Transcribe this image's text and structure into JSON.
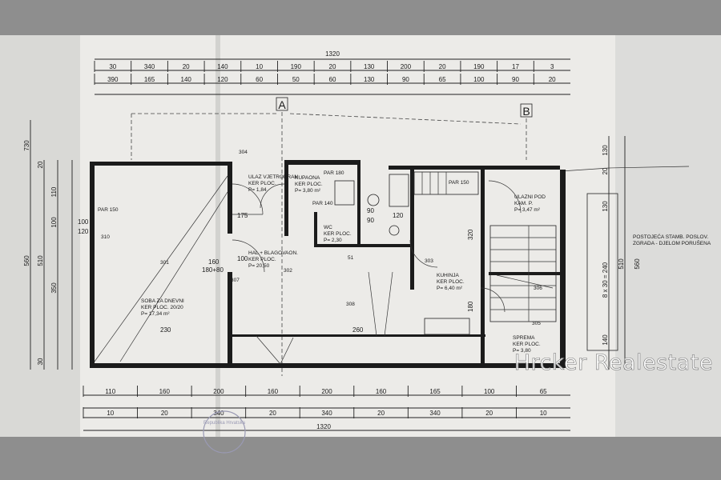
{
  "watermark": "Hrcker Realestate",
  "stamp": "Republika Hrvatska",
  "section_labels": {
    "a": "A",
    "b": "B"
  },
  "dims_top": {
    "total": "1320",
    "row1": [
      "30",
      "340",
      "20",
      "140",
      "10",
      "190",
      "20",
      "130",
      "200",
      "20",
      "190",
      "17",
      "3"
    ],
    "row2": [
      "390",
      "165",
      "140",
      "120",
      "60",
      "50",
      "60",
      "130",
      "90",
      "65",
      "100",
      "90",
      "20"
    ]
  },
  "dims_bottom": {
    "total": "1320",
    "row1": [
      "110",
      "160",
      "200",
      "160",
      "200",
      "160",
      "165",
      "100",
      "65"
    ],
    "row2": [
      "10",
      "20",
      "340",
      "20",
      "340",
      "20",
      "340",
      "20",
      "10"
    ]
  },
  "dims_left": [
    "730",
    "20",
    "110",
    "100",
    "350",
    "30",
    "510",
    "560",
    "100",
    "120"
  ],
  "dims_right": [
    "130",
    "20",
    "130",
    "8 x 30 = 240",
    "510",
    "560",
    "140"
  ],
  "rooms": {
    "soba": [
      "SOBA ZA DNEVNI",
      "KER PLOC. 20/20",
      "P= 17,34 m²"
    ],
    "ulaz": [
      "ULAZ VJETROBRAN",
      "KER PLOC.",
      "P= 1,84"
    ],
    "kupaona": [
      "KUPAONA",
      "KER PLOC.",
      "P= 3,80 m²"
    ],
    "hal": [
      "HAL + BLAGOVAON.",
      "KER PLOC.",
      "P= 20,50"
    ],
    "wc": [
      "WC",
      "KER PLOC.",
      "P= 2,30"
    ],
    "kuhinja": [
      "KUHINJA",
      "KER PLOC.",
      "P= 6,40 m²"
    ],
    "ulazni_pod": [
      "ULAZNI POD",
      "KAM. P.",
      "P= 3,47 m²"
    ],
    "sprema": [
      "SPREMA",
      "KER PLOC.",
      "P= 3,80"
    ]
  },
  "room_codes": [
    "301",
    "302",
    "303",
    "304",
    "305",
    "306",
    "307",
    "308",
    "310",
    "51"
  ],
  "note": [
    "POSTOJEĆA STAMB. POSLOV.",
    "ZGRADA - DJELOM PORUŠENA"
  ],
  "misc": [
    "PAR 150",
    "PAR 180",
    "PAR 140",
    "PAR 150",
    "90",
    "90",
    "160",
    "180+80",
    "120",
    "230",
    "260",
    "175",
    "100",
    "320",
    "180"
  ]
}
